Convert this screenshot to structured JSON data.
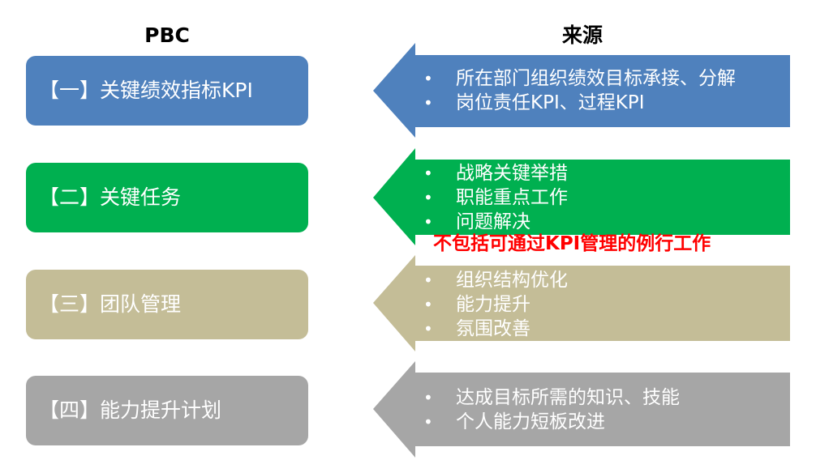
{
  "headers": {
    "left": "PBC",
    "right": "来源"
  },
  "rows": [
    {
      "label": "【一】关键绩效指标KPI",
      "color": "#4f81bd",
      "items": [
        "所在部门组织绩效目标承接、分解",
        "岗位责任KPI、过程KPI"
      ]
    },
    {
      "label": "【二】关键任务",
      "color": "#00b050",
      "items": [
        "战略关键举措",
        "职能重点工作",
        "问题解决"
      ],
      "note": "不包括可通过KPI管理的例行工作"
    },
    {
      "label": "【三】团队管理",
      "color": "#c4bd97",
      "items": [
        "组织结构优化",
        "能力提升",
        "氛围改善"
      ]
    },
    {
      "label": "【四】能力提升计划",
      "color": "#a6a6a6",
      "items": [
        "达成目标所需的知识、技能",
        "个人能力短板改进"
      ]
    }
  ],
  "bullet_char": "•",
  "note_color": "#ff0000"
}
